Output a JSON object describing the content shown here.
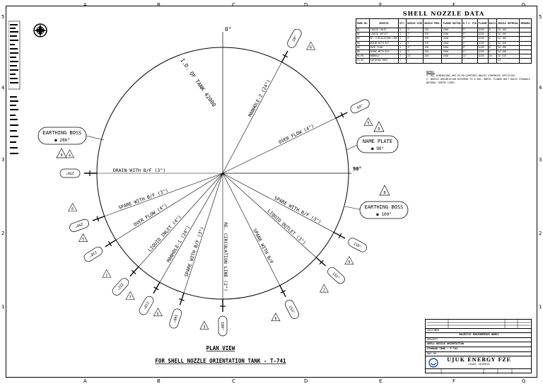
{
  "sheet": {
    "grid_top": [
      "A",
      "B",
      "C",
      "D",
      "E",
      "F",
      "G"
    ],
    "grid_side": [
      "5",
      "4",
      "3",
      "2",
      "1"
    ]
  },
  "nozzle_table": {
    "title": "SHELL NOZZLE DATA",
    "headers": [
      "MARK NO.",
      "SERVICE",
      "QTY.",
      "NOZZLE SIZE",
      "NOZZLE PROJ.",
      "FLANGE RATING",
      "B.T.C. PCD",
      "FLANGE",
      "BOLTS",
      "NOZZLE MATERIAL",
      "REMARKS"
    ],
    "rows": [
      [
        "N1",
        "LIQUID INLET",
        "1",
        "4\"",
        "150",
        "150#",
        "8\"",
        "A105",
        "8",
        "SA 106",
        "-"
      ],
      [
        "N2",
        "LIQUID OUTLET",
        "1",
        "3\"",
        "150",
        "150#",
        "6\"",
        "A105",
        "4",
        "SA 106",
        "-"
      ],
      [
        "N3",
        "RE. CIRCULATION LINE",
        "1",
        "2\"",
        "150",
        "150#",
        "5\"",
        "A105",
        "4",
        "SA 106",
        "-"
      ],
      [
        "N4",
        "DRAIN WITH B/F",
        "1",
        "3\"",
        "150",
        "150#",
        "6\"",
        "A105",
        "4",
        "SA 106",
        "-"
      ],
      [
        "N5",
        "OVER FLOW",
        "2",
        "4\"",
        "150",
        "150#",
        "8\"",
        "A105",
        "8",
        "SA 106",
        "-"
      ],
      [
        "N6",
        "SPARE WITH B/F",
        "4",
        "3\"",
        "150",
        "150#",
        "6\"",
        "A105",
        "4",
        "SA 106",
        "-"
      ],
      [
        "M1/M2",
        "MANHOLE",
        "2",
        "24\"",
        "200",
        "150#",
        "32\"",
        "A105",
        "20",
        "SA 516",
        "-"
      ],
      [
        "E1/E2",
        "EARTHING BOSS",
        "2",
        "-",
        "-",
        "-",
        "-",
        "-",
        "-",
        "SS",
        "-"
      ]
    ]
  },
  "notes": {
    "heading": "NOTES:",
    "lines": [
      "1. ALL DIMENSIONS ARE IN MILLIMETERS UNLESS OTHERWISE SPECIFIED.",
      "2. NOZZLE ORIENTATION REFERRED TO 0 DEG. NORTH. FLANGE BOLT HOLES STRADDLE",
      "   NATURAL CENTRE LINES."
    ]
  },
  "diagram": {
    "north_label": "0°",
    "east_label": "90°",
    "tank_label": "I.D. OF TANK 42000",
    "nozzles": [
      {
        "label": "MANHOLE-2 (24\")",
        "angle": 28,
        "tag": "6"
      },
      {
        "label": "OVER FLOW (4\")",
        "angle": 64,
        "tag": "5"
      },
      {
        "label": "SPARE WITH B/F (3\")",
        "angle": 118,
        "tag": "6"
      },
      {
        "label": "LIQUID OUTLET (3\")",
        "angle": 132,
        "tag": "2"
      },
      {
        "label": "SPARE WITH B/F",
        "angle": 153,
        "tag": "6"
      },
      {
        "label": "RE. CIRCULATION LINE (2\")",
        "angle": 180,
        "tag": "3"
      },
      {
        "label": "SPARE WITH B/F (3\")",
        "angle": 198,
        "tag": "6"
      },
      {
        "label": "MANHOLE-1 (24\")",
        "angle": 210,
        "tag": "7"
      },
      {
        "label": "LIQUID INLET (4\")",
        "angle": 222,
        "tag": "1"
      },
      {
        "label": "OVER FLOW (4\")",
        "angle": 238,
        "tag": "5"
      },
      {
        "label": "SPARE WITH B/F (3\")",
        "angle": 250,
        "tag": "6"
      },
      {
        "label": "DRAIN WITH B/F (3\")",
        "angle": 270,
        "tag": "4"
      }
    ],
    "earthing_boss_1": "EARTHING BOSS",
    "earthing_boss_1_angle": "● 286°",
    "earthing_boss_2": "EARTHING BOSS",
    "earthing_boss_2_angle": "● 109°",
    "name_plate": "NAME PLATE",
    "name_plate_angle": "● 98°",
    "caption_1": "PLAN VIEW",
    "caption_2": "FOR SHELL NOZZLE ORIENTATION TANK - T-741"
  },
  "title_block": {
    "line_1": "CUSTOMER",
    "line_2": "MAJESTIC ENGINEERING WORKS",
    "line_3": "PROJECT",
    "line_4": "SHELL NOZZLE ORIENTATION",
    "line_5": "STORAGE TANK - T-741",
    "line_6": "DWG NO.",
    "company": "UJUK ENERGY FZE",
    "company_sub": "LAGOS, NIGERIA"
  }
}
